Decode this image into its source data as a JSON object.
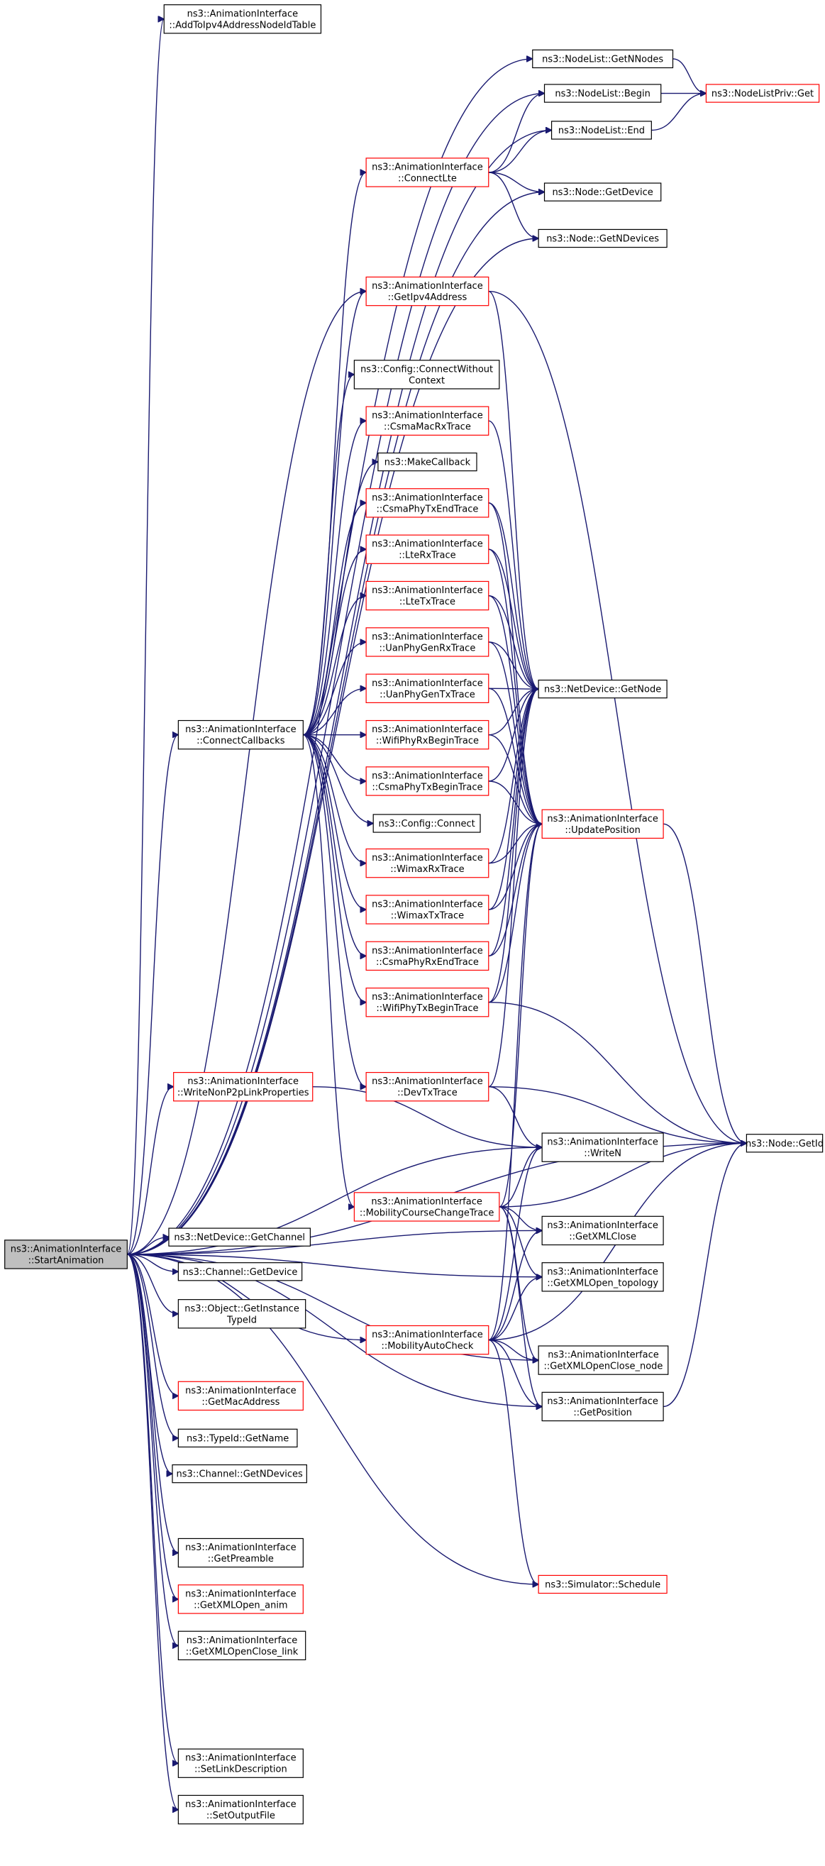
{
  "root": {
    "id": "StartAnimation",
    "lines": [
      "ns3::AnimationInterface",
      "::StartAnimation"
    ]
  },
  "nodes": [
    {
      "id": "AddToIpv4",
      "lines": [
        "ns3::AnimationInterface",
        "::AddToIpv4AddressNodeIdTable"
      ],
      "red": false
    },
    {
      "id": "NodeListGetNNodes",
      "lines": [
        "ns3::NodeList::GetNNodes"
      ],
      "red": false
    },
    {
      "id": "NodeListPrivGet",
      "lines": [
        "ns3::NodeListPriv::Get"
      ],
      "red": true
    },
    {
      "id": "NodeListBegin",
      "lines": [
        "ns3::NodeList::Begin"
      ],
      "red": false
    },
    {
      "id": "NodeListEnd",
      "lines": [
        "ns3::NodeList::End"
      ],
      "red": false
    },
    {
      "id": "ConnectLte",
      "lines": [
        "ns3::AnimationInterface",
        "::ConnectLte"
      ],
      "red": true
    },
    {
      "id": "NodeGetDevice",
      "lines": [
        "ns3::Node::GetDevice"
      ],
      "red": false
    },
    {
      "id": "NodeGetNDevices",
      "lines": [
        "ns3::Node::GetNDevices"
      ],
      "red": false
    },
    {
      "id": "GetIpv4Address",
      "lines": [
        "ns3::AnimationInterface",
        "::GetIpv4Address"
      ],
      "red": true
    },
    {
      "id": "ConfigConnectWithout",
      "lines": [
        "ns3::Config::ConnectWithout",
        "Context"
      ],
      "red": false
    },
    {
      "id": "CsmaMacRxTrace",
      "lines": [
        "ns3::AnimationInterface",
        "::CsmaMacRxTrace"
      ],
      "red": true
    },
    {
      "id": "MakeCallback",
      "lines": [
        "ns3::MakeCallback"
      ],
      "red": false
    },
    {
      "id": "CsmaPhyTxEndTrace",
      "lines": [
        "ns3::AnimationInterface",
        "::CsmaPhyTxEndTrace"
      ],
      "red": true
    },
    {
      "id": "LteRxTrace",
      "lines": [
        "ns3::AnimationInterface",
        "::LteRxTrace"
      ],
      "red": true
    },
    {
      "id": "LteTxTrace",
      "lines": [
        "ns3::AnimationInterface",
        "::LteTxTrace"
      ],
      "red": true
    },
    {
      "id": "UanPhyGenRxTrace",
      "lines": [
        "ns3::AnimationInterface",
        "::UanPhyGenRxTrace"
      ],
      "red": true
    },
    {
      "id": "UanPhyGenTxTrace",
      "lines": [
        "ns3::AnimationInterface",
        "::UanPhyGenTxTrace"
      ],
      "red": true
    },
    {
      "id": "NetDeviceGetNode",
      "lines": [
        "ns3::NetDevice::GetNode"
      ],
      "red": false
    },
    {
      "id": "ConnectCallbacks",
      "lines": [
        "ns3::AnimationInterface",
        "::ConnectCallbacks"
      ],
      "red": false
    },
    {
      "id": "WifiPhyRxBeginTrace",
      "lines": [
        "ns3::AnimationInterface",
        "::WifiPhyRxBeginTrace"
      ],
      "red": true
    },
    {
      "id": "CsmaPhyTxBeginTrace",
      "lines": [
        "ns3::AnimationInterface",
        "::CsmaPhyTxBeginTrace"
      ],
      "red": true
    },
    {
      "id": "ConfigConnect",
      "lines": [
        "ns3::Config::Connect"
      ],
      "red": false
    },
    {
      "id": "UpdatePosition",
      "lines": [
        "ns3::AnimationInterface",
        "::UpdatePosition"
      ],
      "red": true
    },
    {
      "id": "WimaxRxTrace",
      "lines": [
        "ns3::AnimationInterface",
        "::WimaxRxTrace"
      ],
      "red": true
    },
    {
      "id": "WimaxTxTrace",
      "lines": [
        "ns3::AnimationInterface",
        "::WimaxTxTrace"
      ],
      "red": true
    },
    {
      "id": "CsmaPhyRxEndTrace",
      "lines": [
        "ns3::AnimationInterface",
        "::CsmaPhyRxEndTrace"
      ],
      "red": true
    },
    {
      "id": "WifiPhyTxBeginTrace",
      "lines": [
        "ns3::AnimationInterface",
        "::WifiPhyTxBeginTrace"
      ],
      "red": true
    },
    {
      "id": "WriteNonP2p",
      "lines": [
        "ns3::AnimationInterface",
        "::WriteNonP2pLinkProperties"
      ],
      "red": true
    },
    {
      "id": "DevTxTrace",
      "lines": [
        "ns3::AnimationInterface",
        "::DevTxTrace"
      ],
      "red": true
    },
    {
      "id": "WriteN",
      "lines": [
        "ns3::AnimationInterface",
        "::WriteN"
      ],
      "red": false
    },
    {
      "id": "NodeGetId",
      "lines": [
        "ns3::Node::GetId"
      ],
      "red": false
    },
    {
      "id": "MobilityCourseChangeTrace",
      "lines": [
        "ns3::AnimationInterface",
        "::MobilityCourseChangeTrace"
      ],
      "red": true
    },
    {
      "id": "GetXMLClose",
      "lines": [
        "ns3::AnimationInterface",
        "::GetXMLClose"
      ],
      "red": false
    },
    {
      "id": "NetDeviceGetChannel",
      "lines": [
        "ns3::NetDevice::GetChannel"
      ],
      "red": false
    },
    {
      "id": "ChannelGetDevice",
      "lines": [
        "ns3::Channel::GetDevice"
      ],
      "red": false
    },
    {
      "id": "GetXMLOpenTopology",
      "lines": [
        "ns3::AnimationInterface",
        "::GetXMLOpen_topology"
      ],
      "red": false
    },
    {
      "id": "ObjectGetInstanceTypeId",
      "lines": [
        "ns3::Object::GetInstance",
        "TypeId"
      ],
      "red": false
    },
    {
      "id": "MobilityAutoCheck",
      "lines": [
        "ns3::AnimationInterface",
        "::MobilityAutoCheck"
      ],
      "red": true
    },
    {
      "id": "GetXMLOpenCloseNode",
      "lines": [
        "ns3::AnimationInterface",
        "::GetXMLOpenClose_node"
      ],
      "red": false
    },
    {
      "id": "GetMacAddress",
      "lines": [
        "ns3::AnimationInterface",
        "::GetMacAddress"
      ],
      "red": true
    },
    {
      "id": "GetPosition",
      "lines": [
        "ns3::AnimationInterface",
        "::GetPosition"
      ],
      "red": false
    },
    {
      "id": "TypeIdGetName",
      "lines": [
        "ns3::TypeId::GetName"
      ],
      "red": false
    },
    {
      "id": "ChannelGetNDevices",
      "lines": [
        "ns3::Channel::GetNDevices"
      ],
      "red": false
    },
    {
      "id": "GetPreamble",
      "lines": [
        "ns3::AnimationInterface",
        "::GetPreamble"
      ],
      "red": false
    },
    {
      "id": "SimulatorSchedule",
      "lines": [
        "ns3::Simulator::Schedule"
      ],
      "red": true
    },
    {
      "id": "GetXMLOpenAnim",
      "lines": [
        "ns3::AnimationInterface",
        "::GetXMLOpen_anim"
      ],
      "red": true
    },
    {
      "id": "GetXMLOpenCloseLink",
      "lines": [
        "ns3::AnimationInterface",
        "::GetXMLOpenClose_link"
      ],
      "red": false
    },
    {
      "id": "SetLinkDescription",
      "lines": [
        "ns3::AnimationInterface",
        "::SetLinkDescription"
      ],
      "red": false
    },
    {
      "id": "SetOutputFile",
      "lines": [
        "ns3::AnimationInterface",
        "::SetOutputFile"
      ],
      "red": false
    }
  ],
  "edges": [
    [
      "StartAnimation",
      "AddToIpv4"
    ],
    [
      "StartAnimation",
      "NodeListGetNNodes"
    ],
    [
      "StartAnimation",
      "NodeListBegin"
    ],
    [
      "StartAnimation",
      "NodeListEnd"
    ],
    [
      "StartAnimation",
      "NodeGetDevice"
    ],
    [
      "StartAnimation",
      "NodeGetNDevices"
    ],
    [
      "StartAnimation",
      "GetIpv4Address"
    ],
    [
      "StartAnimation",
      "ConnectCallbacks"
    ],
    [
      "StartAnimation",
      "NodeGetId"
    ],
    [
      "StartAnimation",
      "WriteNonP2p"
    ],
    [
      "StartAnimation",
      "WriteN"
    ],
    [
      "StartAnimation",
      "GetXMLClose"
    ],
    [
      "StartAnimation",
      "NetDeviceGetChannel"
    ],
    [
      "StartAnimation",
      "ChannelGetDevice"
    ],
    [
      "StartAnimation",
      "GetXMLOpenTopology"
    ],
    [
      "StartAnimation",
      "ObjectGetInstanceTypeId"
    ],
    [
      "StartAnimation",
      "MobilityAutoCheck"
    ],
    [
      "StartAnimation",
      "GetXMLOpenCloseNode"
    ],
    [
      "StartAnimation",
      "GetMacAddress"
    ],
    [
      "StartAnimation",
      "GetPosition"
    ],
    [
      "StartAnimation",
      "TypeIdGetName"
    ],
    [
      "StartAnimation",
      "ChannelGetNDevices"
    ],
    [
      "StartAnimation",
      "GetPreamble"
    ],
    [
      "StartAnimation",
      "SimulatorSchedule"
    ],
    [
      "StartAnimation",
      "GetXMLOpenAnim"
    ],
    [
      "StartAnimation",
      "GetXMLOpenCloseLink"
    ],
    [
      "StartAnimation",
      "SetLinkDescription"
    ],
    [
      "StartAnimation",
      "SetOutputFile"
    ],
    [
      "NodeListGetNNodes",
      "NodeListPrivGet"
    ],
    [
      "NodeListBegin",
      "NodeListPrivGet"
    ],
    [
      "NodeListEnd",
      "NodeListPrivGet"
    ],
    [
      "ConnectLte",
      "NodeListBegin"
    ],
    [
      "ConnectLte",
      "NodeListEnd"
    ],
    [
      "ConnectLte",
      "NodeGetDevice"
    ],
    [
      "ConnectLte",
      "NodeGetNDevices"
    ],
    [
      "GetIpv4Address",
      "NetDeviceGetNode"
    ],
    [
      "GetIpv4Address",
      "NodeGetId"
    ],
    [
      "CsmaMacRxTrace",
      "NetDeviceGetNode"
    ],
    [
      "CsmaPhyTxEndTrace",
      "NetDeviceGetNode"
    ],
    [
      "CsmaPhyTxEndTrace",
      "UpdatePosition"
    ],
    [
      "LteRxTrace",
      "NetDeviceGetNode"
    ],
    [
      "LteRxTrace",
      "UpdatePosition"
    ],
    [
      "LteTxTrace",
      "NetDeviceGetNode"
    ],
    [
      "LteTxTrace",
      "UpdatePosition"
    ],
    [
      "UanPhyGenRxTrace",
      "NetDeviceGetNode"
    ],
    [
      "UanPhyGenRxTrace",
      "UpdatePosition"
    ],
    [
      "UanPhyGenTxTrace",
      "NetDeviceGetNode"
    ],
    [
      "UanPhyGenTxTrace",
      "UpdatePosition"
    ],
    [
      "WifiPhyRxBeginTrace",
      "NetDeviceGetNode"
    ],
    [
      "WifiPhyRxBeginTrace",
      "UpdatePosition"
    ],
    [
      "CsmaPhyTxBeginTrace",
      "NetDeviceGetNode"
    ],
    [
      "CsmaPhyTxBeginTrace",
      "UpdatePosition"
    ],
    [
      "WimaxRxTrace",
      "NetDeviceGetNode"
    ],
    [
      "WimaxRxTrace",
      "UpdatePosition"
    ],
    [
      "WimaxTxTrace",
      "NetDeviceGetNode"
    ],
    [
      "WimaxTxTrace",
      "UpdatePosition"
    ],
    [
      "CsmaPhyRxEndTrace",
      "NetDeviceGetNode"
    ],
    [
      "CsmaPhyRxEndTrace",
      "UpdatePosition"
    ],
    [
      "WifiPhyTxBeginTrace",
      "NetDeviceGetNode"
    ],
    [
      "WifiPhyTxBeginTrace",
      "UpdatePosition"
    ],
    [
      "WifiPhyTxBeginTrace",
      "NodeGetId"
    ],
    [
      "DevTxTrace",
      "NetDeviceGetNode"
    ],
    [
      "DevTxTrace",
      "WriteN"
    ],
    [
      "DevTxTrace",
      "NodeGetId"
    ],
    [
      "UpdatePosition",
      "NodeGetId"
    ],
    [
      "WriteNonP2p",
      "WriteN"
    ],
    [
      "ConnectCallbacks",
      "ConnectLte"
    ],
    [
      "ConnectCallbacks",
      "GetIpv4Address"
    ],
    [
      "ConnectCallbacks",
      "ConfigConnectWithout"
    ],
    [
      "ConnectCallbacks",
      "CsmaMacRxTrace"
    ],
    [
      "ConnectCallbacks",
      "MakeCallback"
    ],
    [
      "ConnectCallbacks",
      "CsmaPhyTxEndTrace"
    ],
    [
      "ConnectCallbacks",
      "LteRxTrace"
    ],
    [
      "ConnectCallbacks",
      "LteTxTrace"
    ],
    [
      "ConnectCallbacks",
      "UanPhyGenRxTrace"
    ],
    [
      "ConnectCallbacks",
      "UanPhyGenTxTrace"
    ],
    [
      "ConnectCallbacks",
      "WifiPhyRxBeginTrace"
    ],
    [
      "ConnectCallbacks",
      "CsmaPhyTxBeginTrace"
    ],
    [
      "ConnectCallbacks",
      "ConfigConnect"
    ],
    [
      "ConnectCallbacks",
      "WimaxRxTrace"
    ],
    [
      "ConnectCallbacks",
      "WimaxTxTrace"
    ],
    [
      "ConnectCallbacks",
      "CsmaPhyRxEndTrace"
    ],
    [
      "ConnectCallbacks",
      "WifiPhyTxBeginTrace"
    ],
    [
      "ConnectCallbacks",
      "DevTxTrace"
    ],
    [
      "ConnectCallbacks",
      "MobilityCourseChangeTrace"
    ],
    [
      "MobilityCourseChangeTrace",
      "UpdatePosition"
    ],
    [
      "MobilityCourseChangeTrace",
      "WriteN"
    ],
    [
      "MobilityCourseChangeTrace",
      "NodeGetId"
    ],
    [
      "MobilityCourseChangeTrace",
      "GetXMLClose"
    ],
    [
      "MobilityCourseChangeTrace",
      "GetXMLOpenTopology"
    ],
    [
      "MobilityCourseChangeTrace",
      "GetXMLOpenCloseNode"
    ],
    [
      "MobilityCourseChangeTrace",
      "GetPosition"
    ],
    [
      "MobilityAutoCheck",
      "UpdatePosition"
    ],
    [
      "MobilityAutoCheck",
      "WriteN"
    ],
    [
      "MobilityAutoCheck",
      "NodeGetId"
    ],
    [
      "MobilityAutoCheck",
      "GetXMLClose"
    ],
    [
      "MobilityAutoCheck",
      "GetXMLOpenTopology"
    ],
    [
      "MobilityAutoCheck",
      "GetXMLOpenCloseNode"
    ],
    [
      "MobilityAutoCheck",
      "GetPosition"
    ],
    [
      "MobilityAutoCheck",
      "SimulatorSchedule"
    ],
    [
      "GetPosition",
      "NodeGetId"
    ]
  ]
}
